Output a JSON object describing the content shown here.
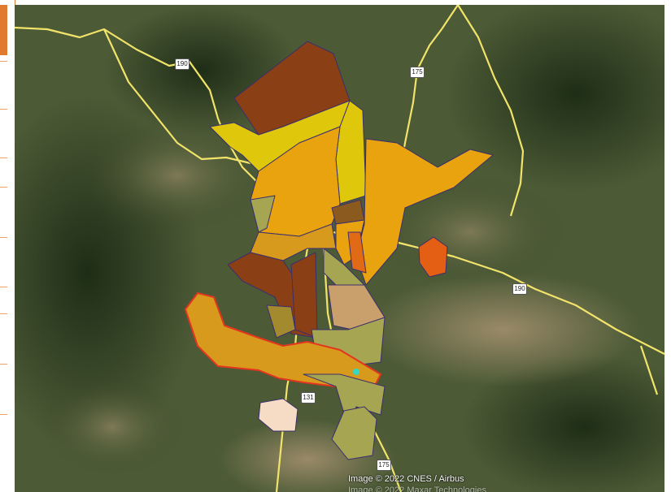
{
  "map": {
    "attribution": "Image © 2022 CNES / Airbus",
    "attribution_second_line": "Image © 2022 Maxar Technologies",
    "road_shields": [
      "190",
      "175",
      "190",
      "131",
      "175"
    ],
    "colors": {
      "road": "#f2e46a",
      "brown": "#8b3f14",
      "yellow": "#dfc70c",
      "orange": "#e9a30f",
      "olive": "#a5a552",
      "tan": "#c9a06b",
      "mustard": "#d79a1c",
      "red_outline": "#e3351f",
      "light_pink": "#f6dcc4",
      "red_orange": "#e45f13",
      "cyan_marker": "#35d9c3"
    }
  }
}
